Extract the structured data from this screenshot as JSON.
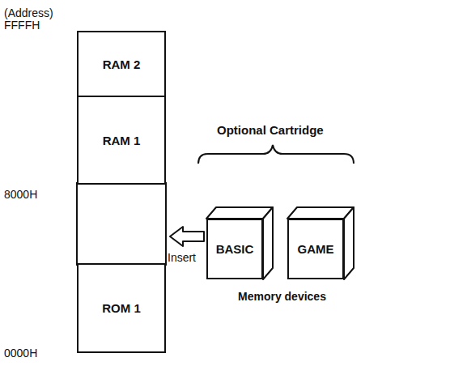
{
  "diagram": {
    "nodes": [
      {
        "text": [
          "RAM 2"
        ]
      },
      {
        "text": [
          "RAM 1"
        ]
      },
      {
        "text": [
          "ROM 1"
        ]
      },
      {
        "text": [
          "BASIC"
        ]
      },
      {
        "text": [
          "GAME"
        ]
      }
    ],
    "labels": [
      "(Address)",
      "FFFFH",
      "8000H",
      "0000H",
      "Optional Cartridge",
      "Insert",
      "Memory devices"
    ]
  }
}
